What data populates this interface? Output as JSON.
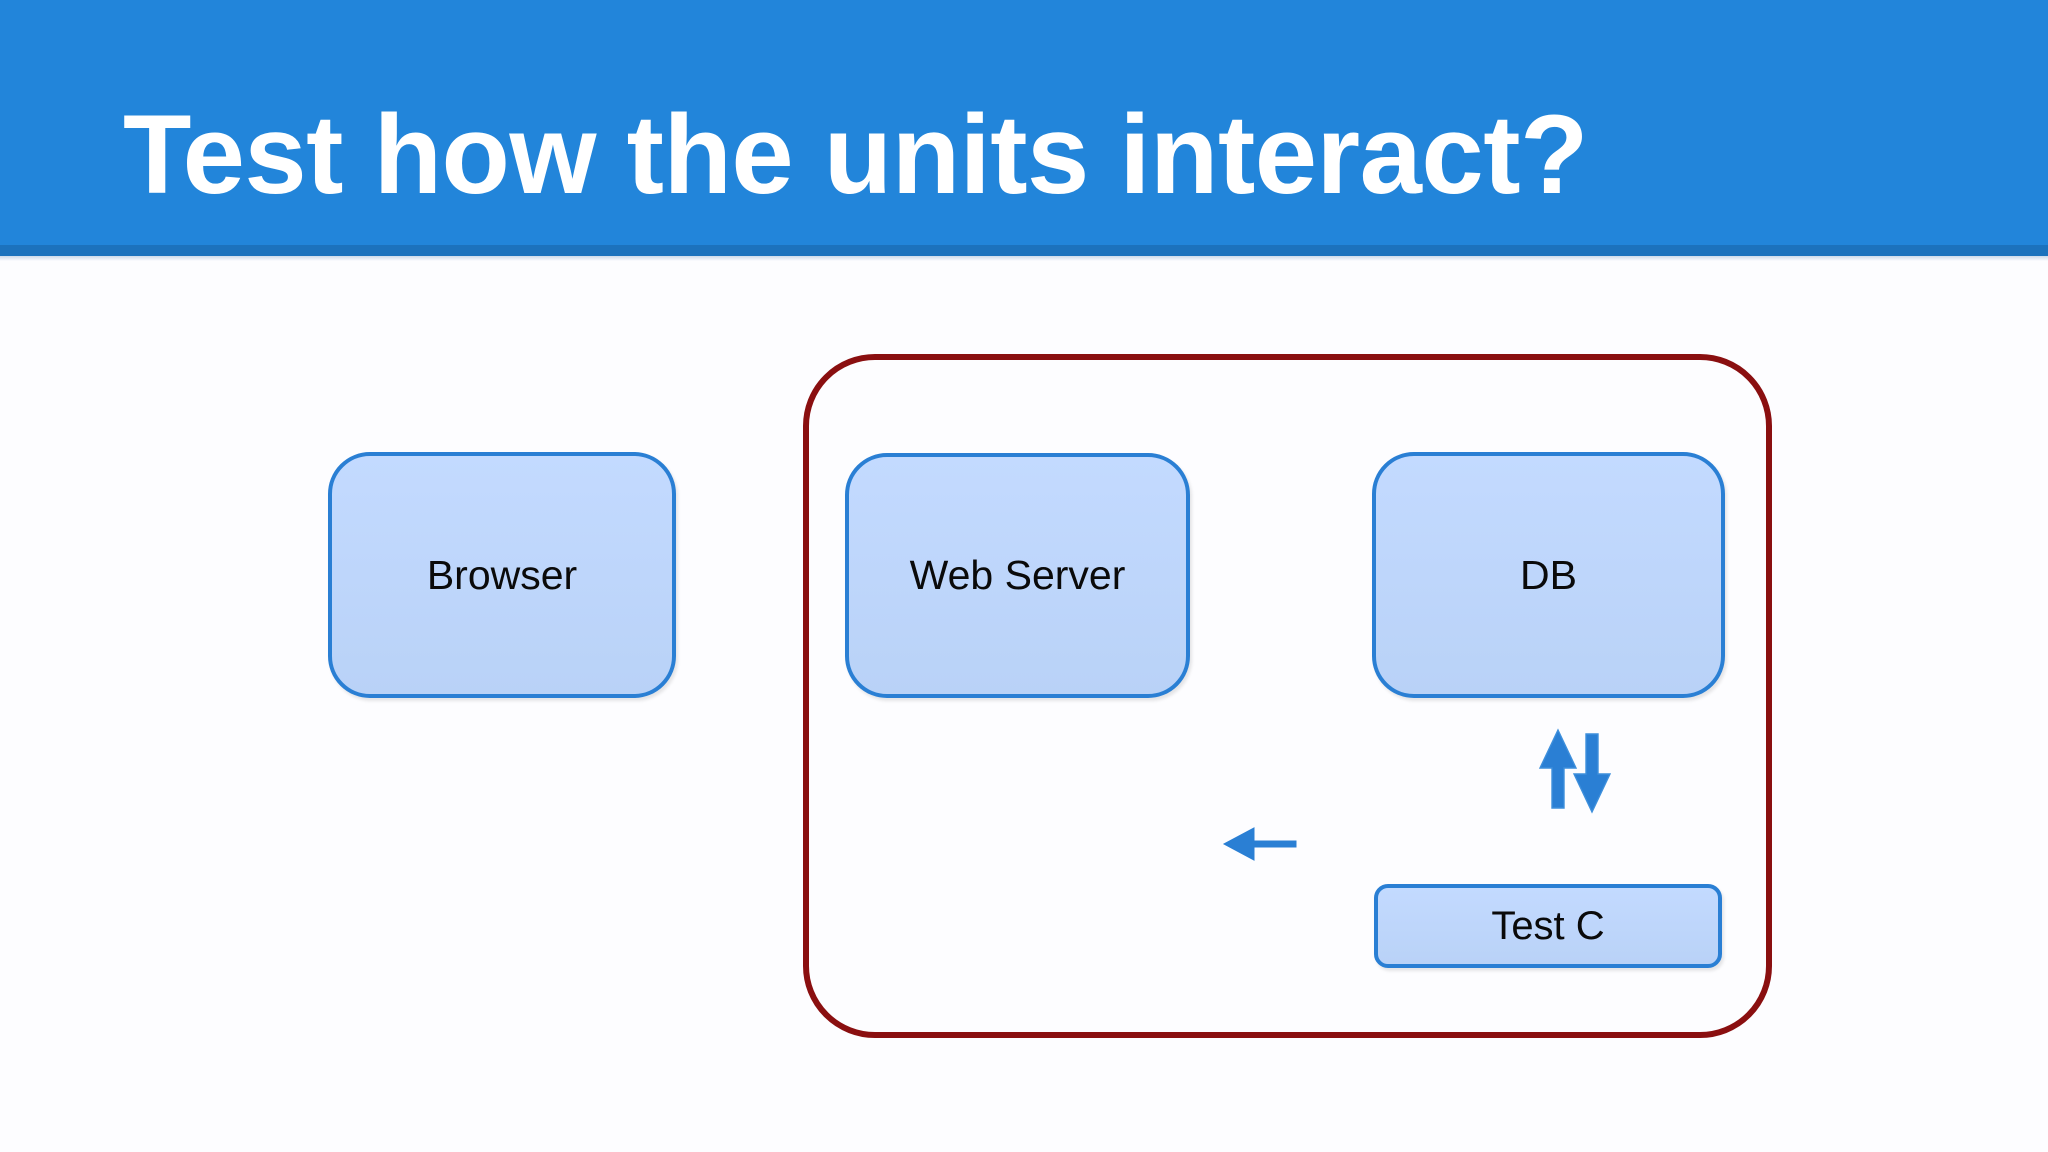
{
  "slide": {
    "title": "Test how the units interact?",
    "background_color": "#fdfdff",
    "header_color": "#2285da",
    "header_underline_color": "#1c72bd",
    "title_color": "#ffffff"
  },
  "diagram": {
    "node_fill_color": "#bed6fb",
    "node_border_color": "#2a7fd4",
    "group_border_color": "#8a0f10",
    "arrow_color": "#2a7fd4",
    "nodes": [
      {
        "id": "browser",
        "label": "Browser",
        "shape": "rounded-rect"
      },
      {
        "id": "web-server",
        "label": "Web Server",
        "shape": "rounded-rect"
      },
      {
        "id": "db",
        "label": "DB",
        "shape": "rounded-rect"
      },
      {
        "id": "test-c",
        "label": "Test C",
        "shape": "rounded-rect-small"
      }
    ],
    "group": {
      "id": "integration-scope",
      "label": "",
      "contains": [
        "web-server",
        "db",
        "test-c"
      ]
    },
    "arrows": [
      {
        "id": "db-to-web-server",
        "from": "db",
        "to": "web-server",
        "direction": "left",
        "style": "solid"
      },
      {
        "id": "test-c-to-db-up",
        "from": "test-c",
        "to": "db",
        "direction": "up",
        "style": "solid"
      },
      {
        "id": "db-to-test-c-down",
        "from": "db",
        "to": "test-c",
        "direction": "down",
        "style": "solid"
      }
    ]
  }
}
